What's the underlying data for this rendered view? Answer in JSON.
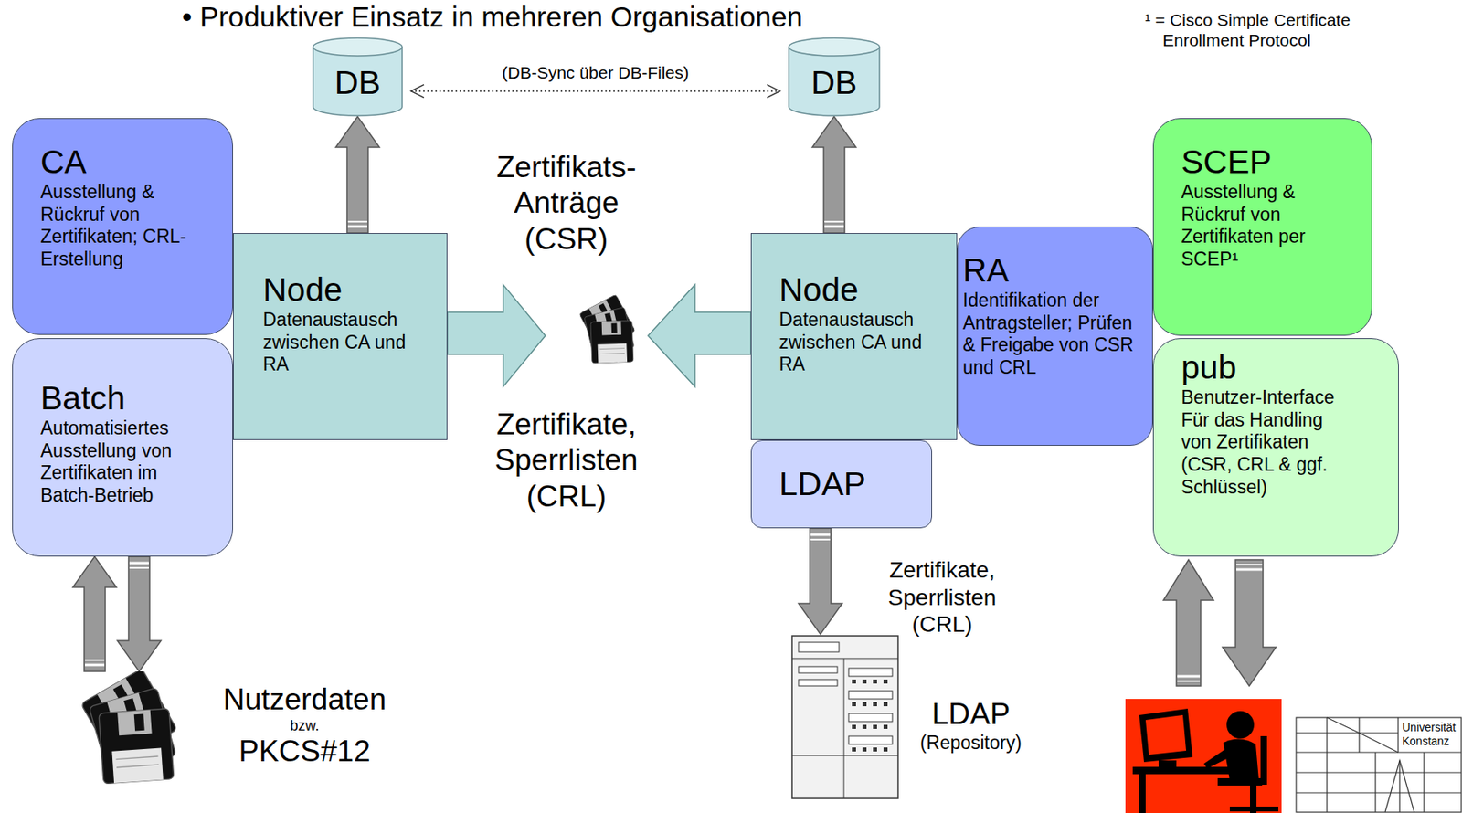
{
  "diagram": {
    "title": "• Produktiver Einsatz in mehreren Organisationen",
    "nodes": [
      {
        "text": [
          "DB"
        ]
      },
      {
        "text": [
          "DB"
        ]
      },
      {
        "text": [
          "CA",
          "Ausstellung & Rückruf von Zertifikaten; CRL-Erstellung"
        ]
      },
      {
        "text": [
          "Batch",
          "Automatisiertes Ausstellung von Zertifikaten im Batch-Betrieb"
        ]
      },
      {
        "text": [
          "Node",
          "Datenaustausch zwischen CA und RA"
        ]
      },
      {
        "text": [
          "Node",
          "Datenaustausch zwischen CA und RA"
        ]
      },
      {
        "text": [
          "RA",
          "Identifikation der Antragsteller; Prüfen & Freigabe von CSR und CRL"
        ]
      },
      {
        "text": [
          "LDAP"
        ]
      },
      {
        "text": [
          "LDAP",
          "(Repository)"
        ]
      },
      {
        "text": [
          "SCEP",
          "Ausstellung & Rückruf von Zertifikaten per SCEP¹"
        ]
      },
      {
        "text": [
          "pub",
          "Benutzer-Interface Für das Handling von Zertifikaten (CSR, CRL & ggf. Schlüssel)"
        ]
      },
      {
        "text": [
          "Nutzerdaten",
          "bzw.",
          "PKCS#12"
        ]
      }
    ],
    "edges": [
      {
        "from": 4,
        "to": 0,
        "arrow": "to"
      },
      {
        "from": 5,
        "to": 1,
        "arrow": "to"
      },
      {
        "from": 0,
        "to": 1,
        "label": "(DB-Sync über DB-Files)",
        "arrow": "both"
      },
      {
        "from": 7,
        "to": 8,
        "label": "Zertifikate, Sperrlisten (CRL)",
        "arrow": "to"
      },
      {
        "from": 3,
        "to": 11,
        "arrow": "to"
      },
      {
        "from": 11,
        "to": 3,
        "arrow": "to"
      }
    ],
    "labels": [
      "Zertifikats- Anträge (CSR)",
      "Zertifikate, Sperrlisten (CRL)",
      "¹ = Cisco Simple Certificate Enrollment Protocol",
      "Universität Konstanz"
    ]
  }
}
